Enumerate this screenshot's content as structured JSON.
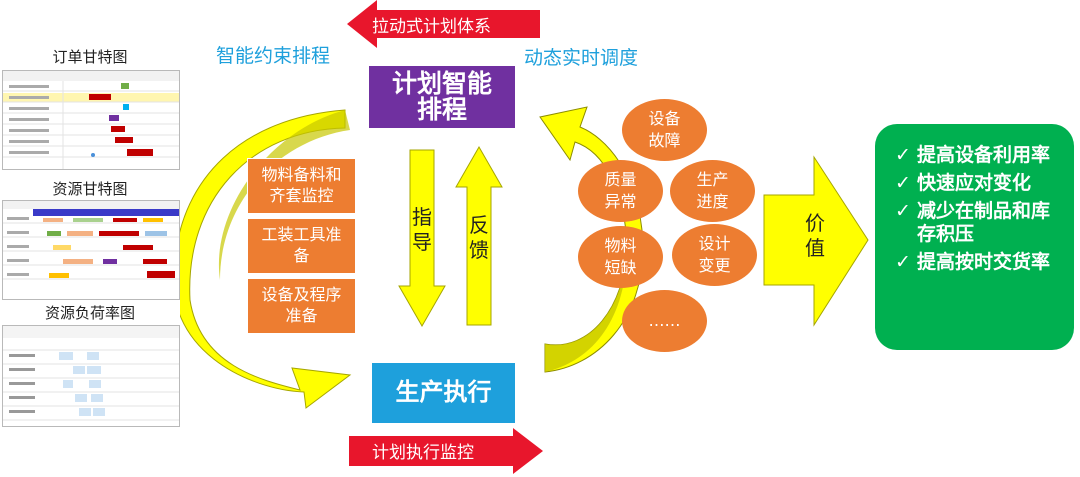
{
  "top_arrow_label": "拉动式计划体系",
  "bottom_arrow_label": "计划执行监控",
  "left_caption": "智能约束排程",
  "right_caption": "动态实时调度",
  "plan_box": {
    "line1": "计划智能",
    "line2": "排程"
  },
  "exec_box": "生产执行",
  "down_arrow_label": {
    "c1": "指",
    "c2": "导"
  },
  "up_arrow_label": {
    "c1": "反",
    "c2": "馈"
  },
  "prep_items": [
    {
      "line1": "物料备料和",
      "line2": "齐套监控"
    },
    {
      "line1": "工装工具准",
      "line2": "备"
    },
    {
      "line1": "设备及程序",
      "line2": "准备"
    }
  ],
  "disturbances": [
    {
      "line1": "设备",
      "line2": "故障"
    },
    {
      "line1": "质量",
      "line2": "异常"
    },
    {
      "line1": "生产",
      "line2": "进度"
    },
    {
      "line1": "物料",
      "line2": "短缺"
    },
    {
      "line1": "设计",
      "line2": "变更"
    },
    {
      "line1": "……",
      "line2": ""
    }
  ],
  "value_arrow": {
    "c1": "价",
    "c2": "值"
  },
  "benefits": [
    {
      "check": "✓",
      "text": "提高设备利用率"
    },
    {
      "check": "✓",
      "text": "快速应对变化"
    },
    {
      "check": "✓",
      "text": "减少在制品和库存积压"
    },
    {
      "check": "✓",
      "text": "提高按时交货率"
    }
  ],
  "thumbnails": [
    {
      "title": "订单甘特图"
    },
    {
      "title": "资源甘特图"
    },
    {
      "title": "资源负荷率图"
    }
  ],
  "colors": {
    "purple": "#7030a0",
    "blue": "#1ea0dc",
    "orange": "#ed7d31",
    "green": "#00b050",
    "yellow": "#ffff00",
    "red": "#e8162c"
  }
}
